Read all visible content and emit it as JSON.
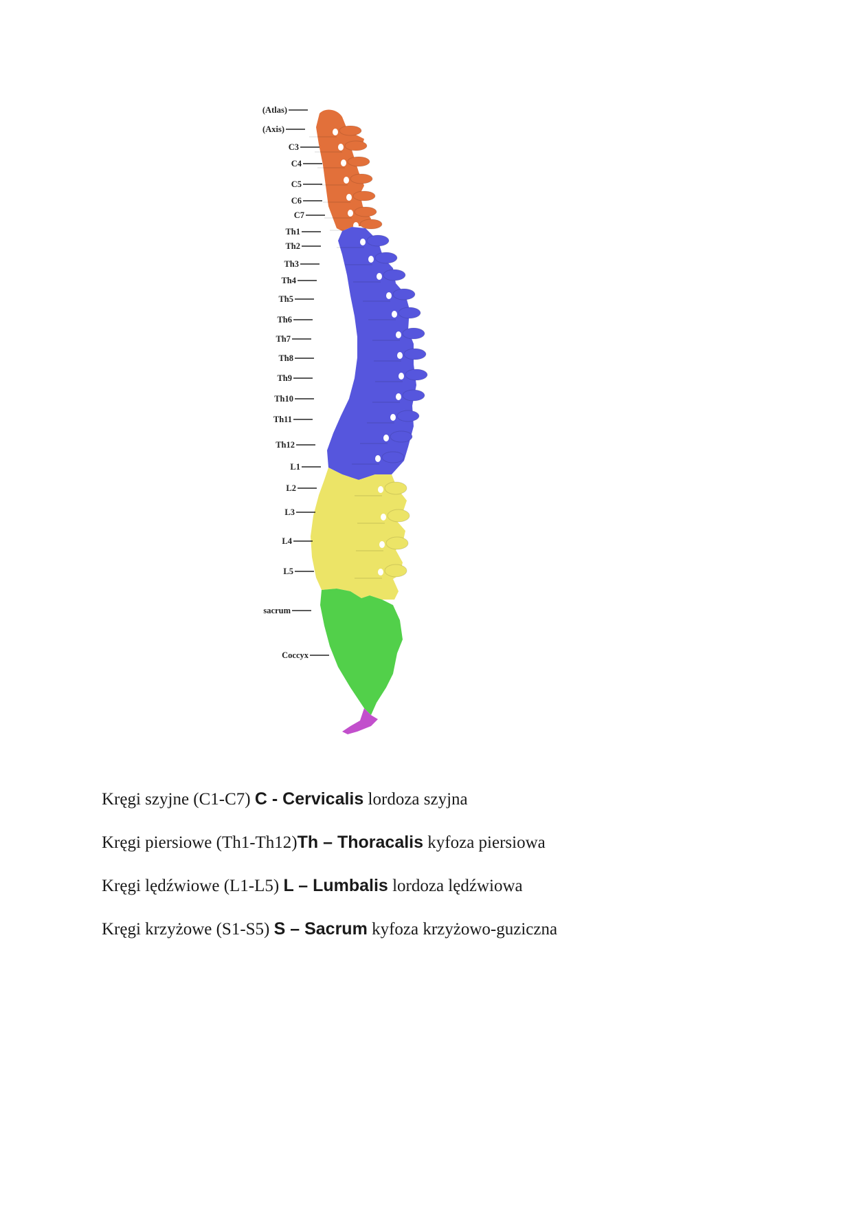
{
  "figure": {
    "colors": {
      "cervical": "#e2703a",
      "thoracic": "#5656dd",
      "lumbar": "#ece467",
      "sacrum": "#52d04a",
      "coccyx": "#c24fcc"
    },
    "labels": [
      "C1 (Atlas)",
      "C2 (Axis)",
      "C3",
      "C4",
      "C5",
      "C6",
      "C7",
      "Th1",
      "Th2",
      "Th3",
      "Th4",
      "Th5",
      "Th6",
      "Th7",
      "Th8",
      "Th9",
      "Th10",
      "Th11",
      "Th12",
      "L1",
      "L2",
      "L3",
      "L4",
      "L5",
      "Os sacrum",
      "Coccyx"
    ]
  },
  "lines": [
    {
      "pre": "Kręgi szyjne (C1-C7) ",
      "bold": "C - Cervicalis",
      "post": "  lordoza szyjna"
    },
    {
      "pre": "Kręgi piersiowe (Th1-Th12)",
      "bold": "Th – Thoracalis",
      "post": " kyfoza piersiowa"
    },
    {
      "pre": "Kręgi lędźwiowe (L1-L5) ",
      "bold": "L – Lumbalis",
      "post": " lordoza lędźwiowa"
    },
    {
      "pre": "Kręgi krzyżowe (S1-S5)  ",
      "bold": "S – Sacrum",
      "post": " kyfoza krzyżowo-guziczna"
    }
  ]
}
